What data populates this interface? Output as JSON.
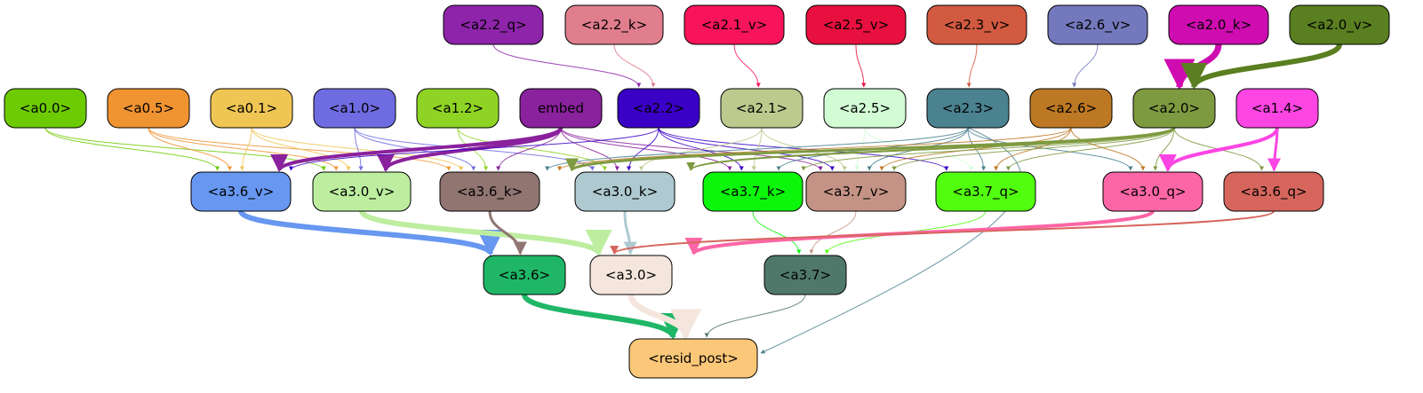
{
  "nodes": [
    {
      "id": "a2_2_q",
      "label": "<a2.2_q>",
      "color": "#8e24aa"
    },
    {
      "id": "a2_2_k",
      "label": "<a2.2_k>",
      "color": "#e07e8e"
    },
    {
      "id": "a2_1_v",
      "label": "<a2.1_v>",
      "color": "#f7145a"
    },
    {
      "id": "a2_5_v",
      "label": "<a2.5_v>",
      "color": "#e8103f"
    },
    {
      "id": "a2_3_v",
      "label": "<a2.3_v>",
      "color": "#d25a40"
    },
    {
      "id": "a2_6_v",
      "label": "<a2.6_v>",
      "color": "#7478bd"
    },
    {
      "id": "a2_0_k",
      "label": "<a2.0_k>",
      "color": "#cf0cb0"
    },
    {
      "id": "a2_0_v",
      "label": "<a2.0_v>",
      "color": "#5a7f20"
    },
    {
      "id": "a0_0",
      "label": "<a0.0>",
      "color": "#6dcb04"
    },
    {
      "id": "a0_5",
      "label": "<a0.5>",
      "color": "#f09331"
    },
    {
      "id": "a0_1",
      "label": "<a0.1>",
      "color": "#efc554"
    },
    {
      "id": "a1_0",
      "label": "<a1.0>",
      "color": "#6f6be1"
    },
    {
      "id": "a1_2",
      "label": "<a1.2>",
      "color": "#8fd425"
    },
    {
      "id": "embed",
      "label": "embed",
      "color": "#8a219d"
    },
    {
      "id": "a2_2",
      "label": "<a2.2>",
      "color": "#3a00c5"
    },
    {
      "id": "a2_1",
      "label": "<a2.1>",
      "color": "#bcca8e"
    },
    {
      "id": "a2_5",
      "label": "<a2.5>",
      "color": "#d2fdd4"
    },
    {
      "id": "a2_3",
      "label": "<a2.3>",
      "color": "#4b8290"
    },
    {
      "id": "a2_6",
      "label": "<a2.6>",
      "color": "#bd7823"
    },
    {
      "id": "a2_0",
      "label": "<a2.0>",
      "color": "#7e9a40"
    },
    {
      "id": "a1_4",
      "label": "<a1.4>",
      "color": "#fc45e3"
    },
    {
      "id": "a3_6_v",
      "label": "<a3.6_v>",
      "color": "#6797f0"
    },
    {
      "id": "a3_0_v",
      "label": "<a3.0_v>",
      "color": "#bdeea0"
    },
    {
      "id": "a3_6_k",
      "label": "<a3.6_k>",
      "color": "#907571"
    },
    {
      "id": "a3_0_k",
      "label": "<a3.0_k>",
      "color": "#aecad0"
    },
    {
      "id": "a3_7_k",
      "label": "<a3.7_k>",
      "color": "#0cf60b"
    },
    {
      "id": "a3_7_v",
      "label": "<a3.7_v>",
      "color": "#c59385"
    },
    {
      "id": "a3_7_q",
      "label": "<a3.7_q>",
      "color": "#52fe0f"
    },
    {
      "id": "a3_0_q",
      "label": "<a3.0_q>",
      "color": "#fd66a6"
    },
    {
      "id": "a3_6_q",
      "label": "<a3.6_q>",
      "color": "#d6665d"
    },
    {
      "id": "a3_6",
      "label": "<a3.6>",
      "color": "#1fb767"
    },
    {
      "id": "a3_0",
      "label": "<a3.0>",
      "color": "#f4e6dd"
    },
    {
      "id": "a3_7",
      "label": "<a3.7>",
      "color": "#50786a"
    },
    {
      "id": "resid_post",
      "label": "<resid_post>",
      "color": "#fbc778"
    }
  ],
  "edges": [
    {
      "from": "a2_2_q",
      "to": "a2_2",
      "color": "#8e24aa",
      "weight": 1
    },
    {
      "from": "a2_2_k",
      "to": "a2_2",
      "color": "#e07e8e",
      "weight": 1
    },
    {
      "from": "a2_1_v",
      "to": "a2_1",
      "color": "#f7145a",
      "weight": 1
    },
    {
      "from": "a2_5_v",
      "to": "a2_5",
      "color": "#e8103f",
      "weight": 1
    },
    {
      "from": "a2_3_v",
      "to": "a2_3",
      "color": "#d25a40",
      "weight": 1
    },
    {
      "from": "a2_6_v",
      "to": "a2_6",
      "color": "#7478bd",
      "weight": 1
    },
    {
      "from": "a2_0_k",
      "to": "a2_0",
      "color": "#cf0cb0",
      "weight": 7
    },
    {
      "from": "a2_0_v",
      "to": "a2_0",
      "color": "#5a7f20",
      "weight": 6
    },
    {
      "from": "a0_0",
      "to": "a3_6_v",
      "color": "#6dcb04",
      "weight": 1
    },
    {
      "from": "a0_0",
      "to": "a3_0_v",
      "color": "#6dcb04",
      "weight": 1
    },
    {
      "from": "a0_5",
      "to": "a3_6_v",
      "color": "#f09331",
      "weight": 1
    },
    {
      "from": "a0_5",
      "to": "a3_0_v",
      "color": "#f09331",
      "weight": 1
    },
    {
      "from": "a0_5",
      "to": "a3_6_k",
      "color": "#f09331",
      "weight": 1
    },
    {
      "from": "a0_1",
      "to": "a3_6_v",
      "color": "#efc554",
      "weight": 1
    },
    {
      "from": "a0_1",
      "to": "a3_0_v",
      "color": "#efc554",
      "weight": 1
    },
    {
      "from": "a0_1",
      "to": "a3_6_k",
      "color": "#efc554",
      "weight": 1
    },
    {
      "from": "a1_0",
      "to": "a3_0_v",
      "color": "#6f6be1",
      "weight": 1
    },
    {
      "from": "a1_0",
      "to": "a3_6_k",
      "color": "#6f6be1",
      "weight": 1
    },
    {
      "from": "a1_0",
      "to": "a3_0_k",
      "color": "#6f6be1",
      "weight": 1
    },
    {
      "from": "a1_2",
      "to": "a3_6_k",
      "color": "#8fd425",
      "weight": 1
    },
    {
      "from": "a1_2",
      "to": "a3_0_k",
      "color": "#8fd425",
      "weight": 1
    },
    {
      "from": "embed",
      "to": "a3_6_v",
      "color": "#8a219d",
      "weight": 4
    },
    {
      "from": "embed",
      "to": "a3_0_v",
      "color": "#8a219d",
      "weight": 4
    },
    {
      "from": "embed",
      "to": "a3_6_k",
      "color": "#8a219d",
      "weight": 1
    },
    {
      "from": "embed",
      "to": "a3_0_k",
      "color": "#8a219d",
      "weight": 1
    },
    {
      "from": "embed",
      "to": "a3_7_k",
      "color": "#8a219d",
      "weight": 1
    },
    {
      "from": "embed",
      "to": "a3_7_v",
      "color": "#8a219d",
      "weight": 1
    },
    {
      "from": "a2_2",
      "to": "a3_6_v",
      "color": "#3a00c5",
      "weight": 1
    },
    {
      "from": "a2_2",
      "to": "a3_0_k",
      "color": "#3a00c5",
      "weight": 1
    },
    {
      "from": "a2_2",
      "to": "a3_7_k",
      "color": "#3a00c5",
      "weight": 1
    },
    {
      "from": "a2_2",
      "to": "a3_7_v",
      "color": "#3a00c5",
      "weight": 1
    },
    {
      "from": "a2_2",
      "to": "a3_7_q",
      "color": "#3a00c5",
      "weight": 1
    },
    {
      "from": "a2_1",
      "to": "a3_0_k",
      "color": "#bcca8e",
      "weight": 1
    },
    {
      "from": "a2_1",
      "to": "a3_7_k",
      "color": "#bcca8e",
      "weight": 1
    },
    {
      "from": "a2_1",
      "to": "a3_7_v",
      "color": "#bcca8e",
      "weight": 1
    },
    {
      "from": "a2_5",
      "to": "a3_7_v",
      "color": "#d2fdd4",
      "weight": 1
    },
    {
      "from": "a2_5",
      "to": "a3_7_q",
      "color": "#d2fdd4",
      "weight": 1
    },
    {
      "from": "a2_3",
      "to": "a3_6_k",
      "color": "#4b8290",
      "weight": 1
    },
    {
      "from": "a2_3",
      "to": "a3_7_k",
      "color": "#4b8290",
      "weight": 1
    },
    {
      "from": "a2_3",
      "to": "a3_7_v",
      "color": "#4b8290",
      "weight": 1
    },
    {
      "from": "a2_3",
      "to": "a3_7_q",
      "color": "#4b8290",
      "weight": 1
    },
    {
      "from": "a2_3",
      "to": "a3_0_q",
      "color": "#4b8290",
      "weight": 1
    },
    {
      "from": "a2_3",
      "to": "resid_post",
      "color": "#4b8290",
      "weight": 1
    },
    {
      "from": "a2_6",
      "to": "a3_6_k",
      "color": "#bd7823",
      "weight": 1
    },
    {
      "from": "a2_6",
      "to": "a3_7_v",
      "color": "#bd7823",
      "weight": 1
    },
    {
      "from": "a2_6",
      "to": "a3_7_q",
      "color": "#bd7823",
      "weight": 1
    },
    {
      "from": "a2_6",
      "to": "a3_0_q",
      "color": "#bd7823",
      "weight": 1
    },
    {
      "from": "a2_0",
      "to": "a3_6_k",
      "color": "#7e9a40",
      "weight": 3
    },
    {
      "from": "a2_0",
      "to": "a3_0_k",
      "color": "#7e9a40",
      "weight": 2
    },
    {
      "from": "a2_0",
      "to": "a3_7_k",
      "color": "#7e9a40",
      "weight": 1
    },
    {
      "from": "a2_0",
      "to": "a3_7_v",
      "color": "#7e9a40",
      "weight": 1
    },
    {
      "from": "a2_0",
      "to": "a3_7_q",
      "color": "#7e9a40",
      "weight": 1
    },
    {
      "from": "a2_0",
      "to": "a3_0_q",
      "color": "#7e9a40",
      "weight": 1
    },
    {
      "from": "a2_0",
      "to": "a3_6_q",
      "color": "#7e9a40",
      "weight": 1
    },
    {
      "from": "a1_4",
      "to": "a3_0_q",
      "color": "#fc45e3",
      "weight": 4
    },
    {
      "from": "a1_4",
      "to": "a3_6_q",
      "color": "#fc45e3",
      "weight": 3
    },
    {
      "from": "a3_6_v",
      "to": "a3_6",
      "color": "#6797f0",
      "weight": 6
    },
    {
      "from": "a3_0_v",
      "to": "a3_0",
      "color": "#bdeea0",
      "weight": 6
    },
    {
      "from": "a3_6_k",
      "to": "a3_6",
      "color": "#907571",
      "weight": 3
    },
    {
      "from": "a3_0_k",
      "to": "a3_0",
      "color": "#aecad0",
      "weight": 3
    },
    {
      "from": "a3_7_k",
      "to": "a3_7",
      "color": "#0cf60b",
      "weight": 1
    },
    {
      "from": "a3_7_v",
      "to": "a3_7",
      "color": "#c59385",
      "weight": 1
    },
    {
      "from": "a3_7_q",
      "to": "a3_7",
      "color": "#52fe0f",
      "weight": 1
    },
    {
      "from": "a3_0_q",
      "to": "a3_0",
      "color": "#fd66a6",
      "weight": 4
    },
    {
      "from": "a3_6_q",
      "to": "a3_6",
      "color": "#d6665d",
      "weight": 2
    },
    {
      "from": "a3_6",
      "to": "resid_post",
      "color": "#1fb767",
      "weight": 6
    },
    {
      "from": "a3_0",
      "to": "resid_post",
      "color": "#f4e6dd",
      "weight": 7
    },
    {
      "from": "a3_7",
      "to": "resid_post",
      "color": "#50786a",
      "weight": 1
    }
  ]
}
